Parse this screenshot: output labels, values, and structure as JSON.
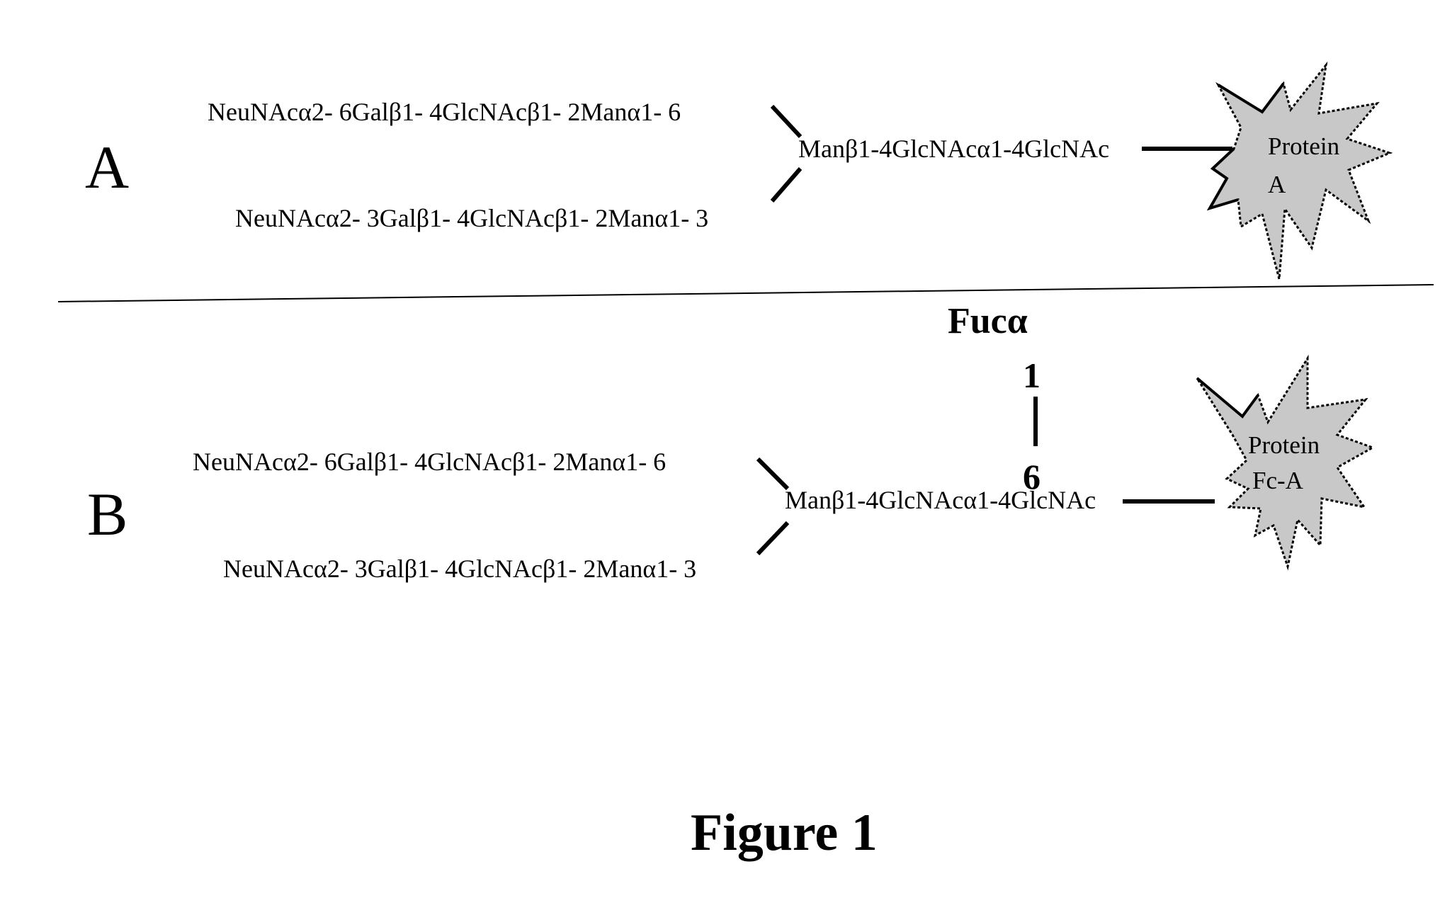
{
  "panel_a": {
    "letter": "A",
    "branch_top": "NeuNAcα2- 6Galβ1- 4GlcNAcβ1- 2Manα1- 6",
    "branch_bottom": "NeuNAcα2- 3Galβ1- 4GlcNAcβ1- 2Manα1- 3",
    "core": "Manβ1-4GlcNAcα1-4GlcNAc",
    "protein_line1": "Protein",
    "protein_line2": "A"
  },
  "panel_b": {
    "letter": "B",
    "branch_top": "NeuNAcα2- 6Galβ1- 4GlcNAcβ1- 2Manα1- 6",
    "branch_bottom": "NeuNAcα2- 3Galβ1- 4GlcNAcβ1- 2Manα1- 3",
    "core": "Manβ1-4GlcNAcα1-4GlcNAc",
    "fucose": "Fucα",
    "fucose_link_from": "1",
    "fucose_link_to": "6",
    "protein_line1": "Protein",
    "protein_line2": "Fc-A"
  },
  "caption": "Figure 1",
  "colors": {
    "star_fill": "#c8c8c8",
    "ink": "#000000"
  }
}
